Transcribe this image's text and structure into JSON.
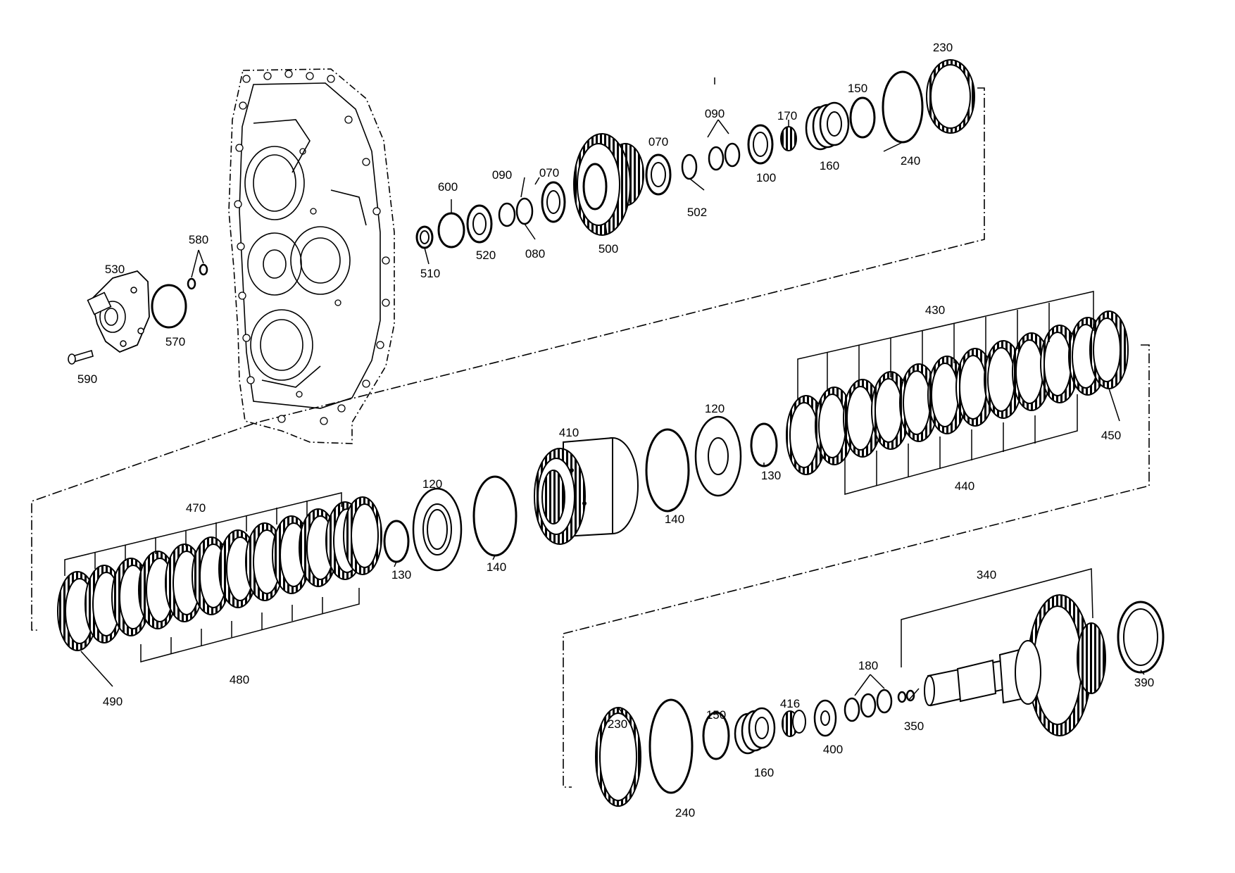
{
  "diagram": {
    "callouts": {
      "c230a": "230",
      "c150a": "150",
      "c170": "170",
      "c090a": "090",
      "c070a": "070",
      "c600": "600",
      "c090b": "090",
      "c070b": "070",
      "c240a": "240",
      "c160a": "160",
      "c100": "100",
      "c502": "502",
      "c500": "500",
      "c520": "520",
      "c080": "080",
      "c510": "510",
      "c580": "580",
      "c530": "530",
      "c570": "570",
      "c590": "590",
      "c430": "430",
      "c410": "410",
      "c120a": "120",
      "c450": "450",
      "c440": "440",
      "c130a": "130",
      "c140a": "140",
      "c470": "470",
      "c120b": "120",
      "c130b": "130",
      "c140b": "140",
      "c480": "480",
      "c490": "490",
      "c340": "340",
      "c390": "390",
      "c180": "180",
      "c350": "350",
      "c230b": "230",
      "c150b": "150",
      "c416": "416",
      "c400": "400",
      "c160b": "160",
      "c240b": "240"
    }
  }
}
